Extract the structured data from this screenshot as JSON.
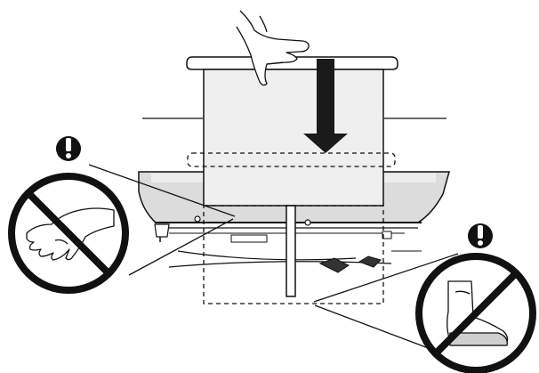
{
  "diagram": {
    "description_labels": [],
    "warnings": [
      {
        "id": "left",
        "symbol": "!",
        "icon": "exclamation-icon"
      },
      {
        "id": "right",
        "symbol": "!",
        "icon": "exclamation-icon"
      }
    ],
    "prohibitions": [
      {
        "id": "hand",
        "icon": "no-hand-icon"
      },
      {
        "id": "foot",
        "icon": "no-foot-icon"
      }
    ],
    "colors": {
      "line": "#111111",
      "fill_light": "#efefef",
      "fill_base": "#dadada",
      "background": "#ffffff"
    }
  }
}
